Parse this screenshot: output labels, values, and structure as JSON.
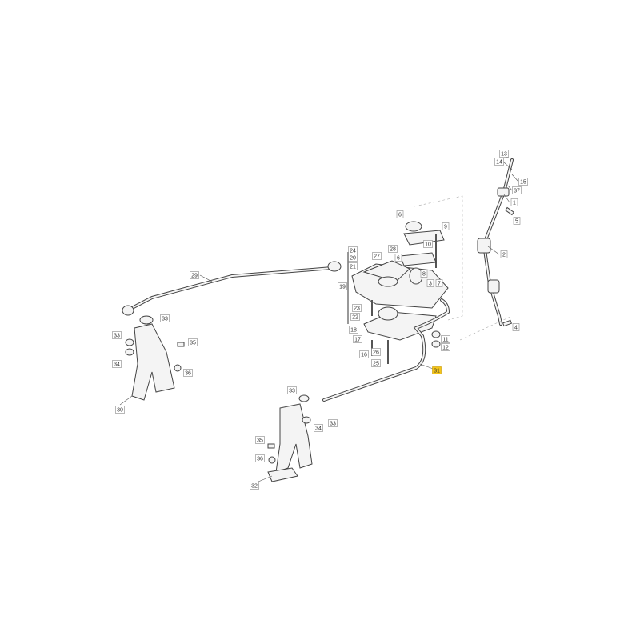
{
  "callouts": {
    "c13": "13",
    "c14": "14",
    "c15": "15",
    "c37": "37",
    "c1": "1",
    "c5": "5",
    "c2": "2",
    "c4": "4",
    "c6a": "6",
    "c9": "9",
    "c10": "10",
    "c28": "28",
    "c24": "24",
    "c27": "27",
    "c20": "20",
    "c6b": "6",
    "c8": "8",
    "c21": "21",
    "c3": "3",
    "c7": "7",
    "c19": "19",
    "c23": "23",
    "c22": "22",
    "c18": "18",
    "c17": "17",
    "c11": "11",
    "c12": "12",
    "c16": "16",
    "c26": "26",
    "c25": "25",
    "c31": "31",
    "c29": "29",
    "c33a": "33",
    "c33b": "33",
    "c35a": "35",
    "c34a": "34",
    "c36a": "36",
    "c30": "30",
    "c33c": "33",
    "c33d": "33",
    "c34b": "34",
    "c35b": "35",
    "c36b": "36",
    "c32": "32"
  },
  "highlight_color": "#f5c518"
}
